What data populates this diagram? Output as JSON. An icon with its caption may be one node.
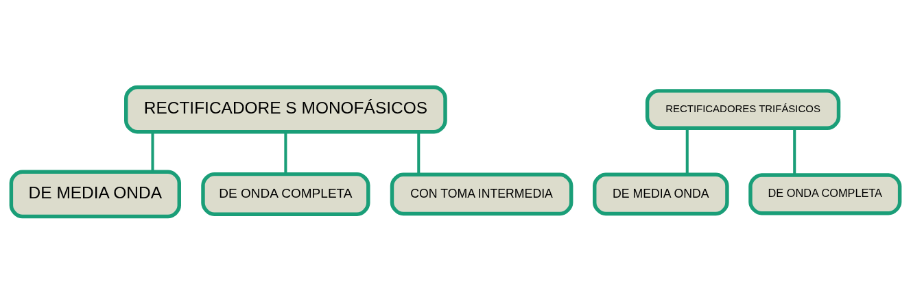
{
  "diagram": {
    "nodes": [
      {
        "text": [
          "RECTIFICADORE S MONOFÁSICOS"
        ]
      },
      {
        "text": [
          "RECTIFICADORES TRIFÁSICOS"
        ]
      },
      {
        "text": [
          "DE MEDIA ONDA"
        ]
      },
      {
        "text": [
          "DE ONDA COMPLETA"
        ]
      },
      {
        "text": [
          "CON TOMA INTERMEDIA"
        ]
      },
      {
        "text": [
          "DE MEDIA ONDA"
        ]
      },
      {
        "text": [
          "DE ONDA COMPLETA"
        ]
      }
    ],
    "edges": [
      {
        "from": 0,
        "to": 2,
        "arrow": "none"
      },
      {
        "from": 0,
        "to": 3,
        "arrow": "none"
      },
      {
        "from": 0,
        "to": 4,
        "arrow": "none"
      },
      {
        "from": 1,
        "to": 5,
        "arrow": "none"
      },
      {
        "from": 1,
        "to": 6,
        "arrow": "none"
      }
    ]
  }
}
